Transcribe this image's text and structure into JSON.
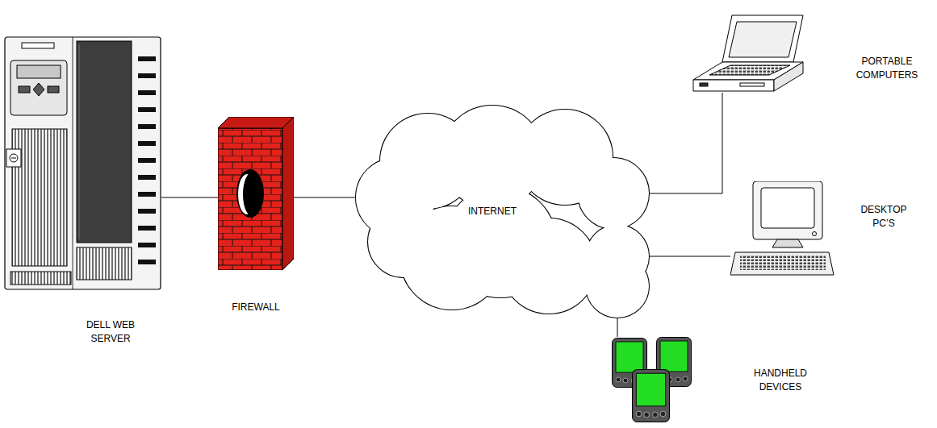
{
  "diagram": {
    "nodes": [
      {
        "text": [
          "DELL WEB SERVER"
        ]
      },
      {
        "text": [
          "FIREWALL"
        ]
      },
      {
        "text": [
          "INTERNET"
        ]
      },
      {
        "text": [
          "PORTABLE COMPUTERS"
        ]
      },
      {
        "text": [
          "DESKTOP PC’S"
        ]
      },
      {
        "text": [
          "HANDHELD DEVICES"
        ]
      }
    ],
    "edges": [
      {
        "from": 0,
        "to": 1,
        "arrow": "none"
      },
      {
        "from": 1,
        "to": 2,
        "arrow": "none"
      },
      {
        "from": 2,
        "to": 3,
        "arrow": "none"
      },
      {
        "from": 2,
        "to": 4,
        "arrow": "none"
      },
      {
        "from": 2,
        "to": 5,
        "arrow": "none"
      }
    ]
  }
}
